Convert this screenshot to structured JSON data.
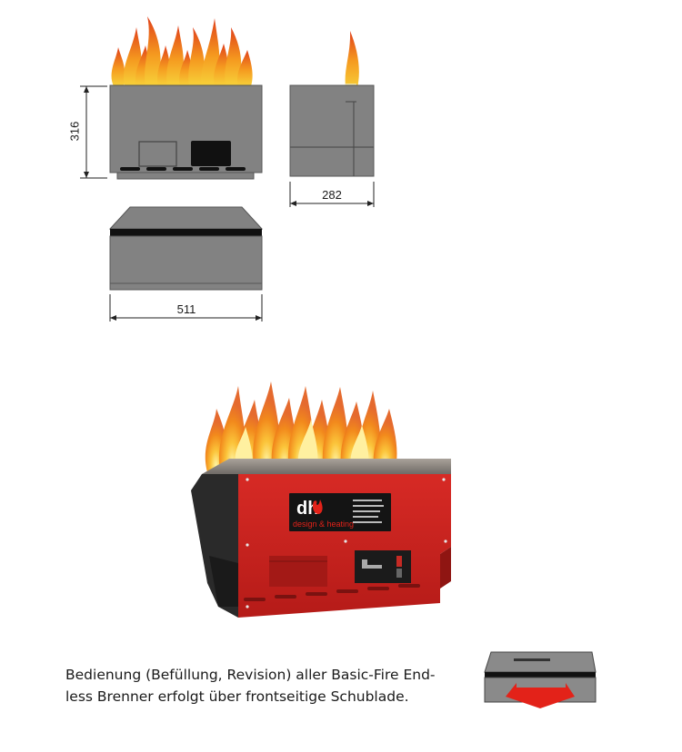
{
  "drawings": {
    "height_label": "316",
    "depth_label": "282",
    "width_label": "511"
  },
  "product": {
    "logo_brand": "dh",
    "logo_tagline": "design & heating"
  },
  "caption": {
    "line1": "Bedienung (Befüllung, Revision) aller Basic-Fire End-",
    "line2": "less Brenner erfolgt über frontseitige Schublade."
  },
  "icon": {
    "name": "drawer-pull-out-icon",
    "arrow_color": "#e32219"
  },
  "colors": {
    "burner_gray": "#828282",
    "burner_red": "#c8201e",
    "flame_orange": "#f28a1c"
  }
}
